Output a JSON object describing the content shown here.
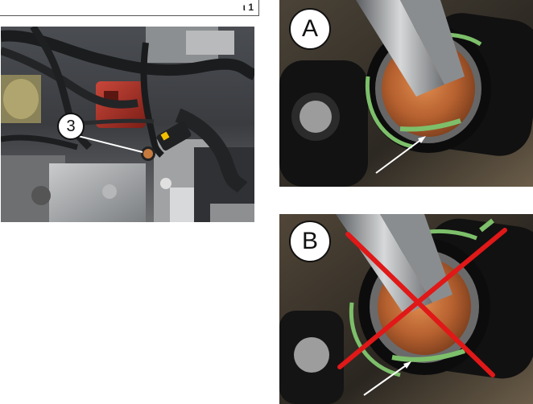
{
  "header": {
    "page_ref": "ι 1"
  },
  "figures": {
    "engine": {
      "callout": "3"
    },
    "correct": {
      "callout": "A"
    },
    "incorrect": {
      "callout": "B"
    }
  },
  "colors": {
    "oring_green": "#7dbf6a",
    "cross_red": "#e01818",
    "copper": "#b5602f"
  }
}
